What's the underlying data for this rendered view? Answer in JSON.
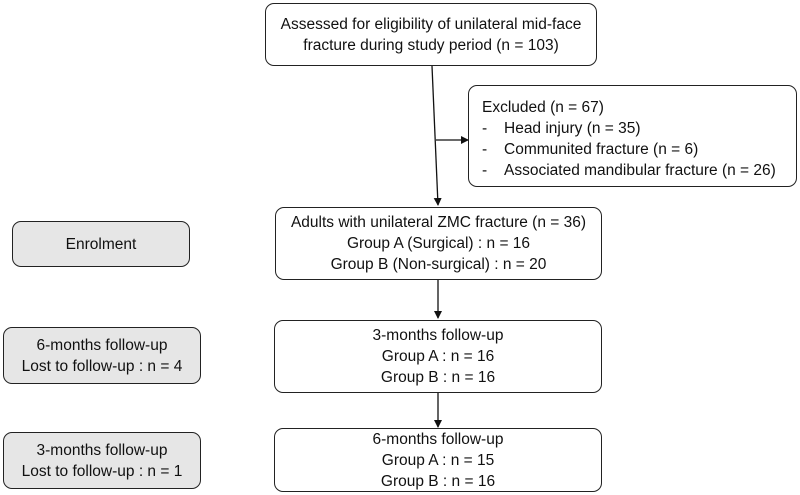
{
  "flowchart": {
    "assessed": {
      "line1": "Assessed for eligibility of unilateral mid-face",
      "line2": "fracture during study period (n = 103)"
    },
    "excluded": {
      "title": "Excluded (n = 67)",
      "items": [
        "Head injury (n = 35)",
        "Communited fracture (n = 6)",
        "Associated mandibular fracture (n =  26)"
      ],
      "bullet": "-"
    },
    "enrolled": {
      "line1": "Adults with unilateral ZMC fracture (n = 36)",
      "line2": "Group A (Surgical) : n = 16",
      "line3": "Group B (Non-surgical) : n = 20"
    },
    "three_month": {
      "title": "3-months follow-up",
      "group_a": "Group A : n = 16",
      "group_b": "Group B : n = 16"
    },
    "six_month": {
      "title": "6-months follow-up",
      "group_a": "Group A : n = 15",
      "group_b": "Group B : n = 16"
    }
  },
  "side_labels": {
    "enrolment": "Enrolment",
    "six_month_loss": {
      "line1": "6-months follow-up",
      "line2": "Lost to follow-up : n = 4"
    },
    "three_month_loss": {
      "line1": "3-months follow-up",
      "line2": "Lost to follow-up : n = 1"
    }
  },
  "colors": {
    "side_box_fill": "#e6e6e6",
    "border": "#222222",
    "background": "#ffffff"
  }
}
